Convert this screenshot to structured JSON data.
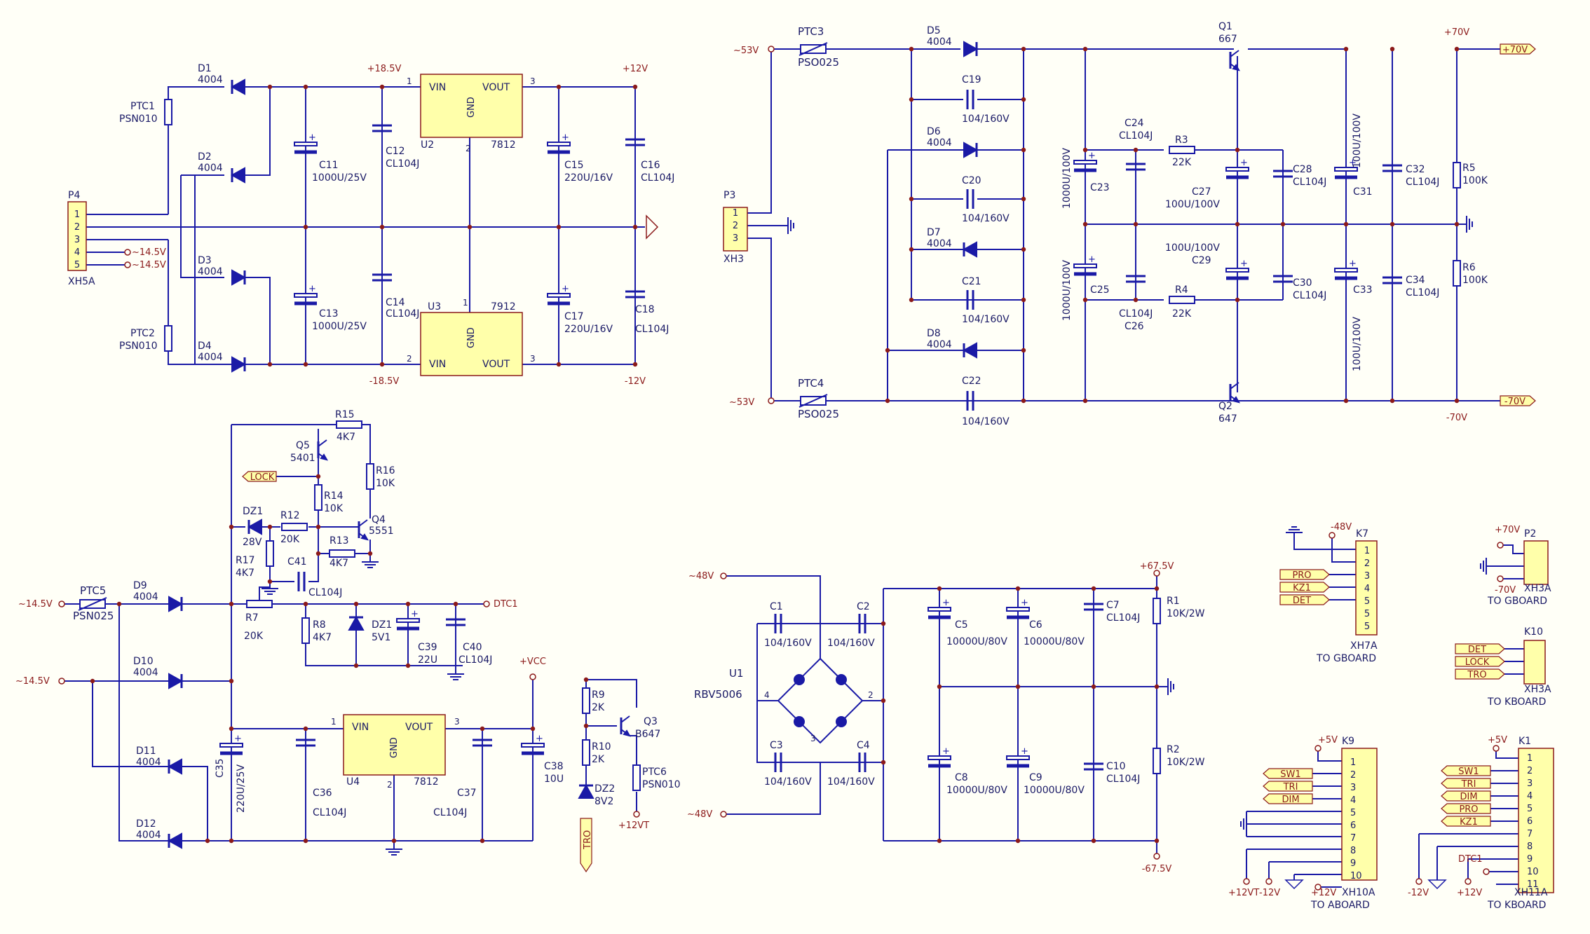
{
  "colors": {
    "wire": "#1a1aa6",
    "box": "#8b1a1a",
    "fill": "#ffffaa",
    "dot": "#8b1a1a",
    "text": "#1a1a66",
    "rail": "#8b1a1a"
  },
  "labels": {
    "P4": "P4",
    "XH5A": "XH5A",
    "P4_1": "1",
    "P4_2": "2",
    "P4_3": "3",
    "P4_4": "4",
    "P4_5": "5",
    "P4_in4": "~14.5V",
    "P4_in5": "~14.5V",
    "PTC1": "PTC1",
    "PTC1v": "PSN010",
    "PTC2": "PTC2",
    "PTC2v": "PSN010",
    "D1": "D1",
    "D1v": "4004",
    "D2": "D2",
    "D2v": "4004",
    "D3": "D3",
    "D3v": "4004",
    "D4": "D4",
    "D4v": "4004",
    "C11": "C11",
    "C11v": "1000U/25V",
    "C13": "C13",
    "C13v": "1000U/25V",
    "C12": "C12",
    "C12v": "CL104J",
    "C14": "C14",
    "C14v": "CL104J",
    "pos185": "+18.5V",
    "neg185": "-18.5V",
    "U2": "U2",
    "U2t": "7812",
    "U3": "U3",
    "U3t": "7912",
    "VIN": "VIN",
    "VOUT": "VOUT",
    "GND": "GND",
    "n1": "1",
    "n2": "2",
    "n3": "3",
    "C15": "C15",
    "C15v": "220U/16V",
    "C17": "C17",
    "C17v": "220U/16V",
    "C16": "C16",
    "C16v": "CL104J",
    "C18": "C18",
    "C18v": "CL104J",
    "pos12": "+12V",
    "neg12": "-12V",
    "P3": "P3",
    "XH3": "XH3",
    "P3_1": "1",
    "P3_2": "2",
    "P3_3": "3",
    "ac53a": "~53V",
    "ac53b": "~53V",
    "PTC3": "PTC3",
    "PTC3v": "PSO025",
    "PTC4": "PTC4",
    "PTC4v": "PSO025",
    "D5": "D5",
    "D5v": "4004",
    "D6": "D6",
    "D6v": "4004",
    "D7": "D7",
    "D7v": "4004",
    "D8": "D8",
    "D8v": "4004",
    "C19": "C19",
    "C19v": "104/160V",
    "C20": "C20",
    "C20v": "104/160V",
    "C21": "C21",
    "C21v": "104/160V",
    "C22": "C22",
    "C22v": "104/160V",
    "C23": "C23",
    "C23v": "1000U/100V",
    "C25": "C25",
    "C25v": "1000U/100V",
    "C24": "C24",
    "C24v": "CL104J",
    "C26": "C26",
    "C26v": "CL104J",
    "R3": "R3",
    "R3v": "22K",
    "R4": "R4",
    "R4v": "22K",
    "C27": "C27",
    "C27v": "100U/100V",
    "C29": "C29",
    "C29v": "100U/100V",
    "C28": "C28",
    "C28v": "CL104J",
    "C30": "C30",
    "C30v": "CL104J",
    "C31": "C31",
    "C31v": "100U/100V",
    "C33": "C33",
    "C33v": "100U/100V",
    "C32": "C32",
    "C32v": "CL104J",
    "C34": "C34",
    "C34v": "CL104J",
    "Q1": "Q1",
    "Q1v": "667",
    "Q2": "Q2",
    "Q2v": "647",
    "R5": "R5",
    "R5v": "100K",
    "R6": "R6",
    "R6v": "100K",
    "pos70": "+70V",
    "neg70": "-70V",
    "pos70tag": "+70V",
    "neg70tag": "-70V",
    "R15": "R15",
    "R15v": "4K7",
    "Q5": "Q5",
    "Q5v": "5401",
    "LOCK": "LOCK",
    "R16": "R16",
    "R16v": "10K",
    "R14": "R14",
    "R14v": "10K",
    "DZ1": "DZ1",
    "DZ1v": "28V",
    "R12": "R12",
    "R12v": "20K",
    "R13": "R13",
    "R13v": "4K7",
    "Q4": "Q4",
    "Q4v": "5551",
    "R17": "R17",
    "R17v": "4K7",
    "C41": "C41",
    "C41v": "CL104J",
    "ac145a": "~14.5V",
    "ac145b": "~14.5V",
    "PTC5": "PTC5",
    "PTC5v": "PSN025",
    "D9": "D9",
    "D9v": "4004",
    "D10": "D10",
    "D10v": "4004",
    "D11": "D11",
    "D11v": "4004",
    "D12": "D12",
    "D12v": "4004",
    "R7": "R7",
    "R7v": "20K",
    "R8": "R8",
    "R8v": "4K7",
    "DZ1b": "DZ1",
    "DZ1bv": "5V1",
    "C39": "C39",
    "C39v": "22U",
    "C40": "C40",
    "C40v": "CL104J",
    "DTC1": "DTC1",
    "C35": "C35",
    "C35v": "220U/25V",
    "C36": "C36",
    "C36v": "CL104J",
    "U4": "U4",
    "U4t": "7812",
    "C37": "C37",
    "C37v": "CL104J",
    "VCC": "+VCC",
    "C38": "C38",
    "C38v": "10U",
    "R9": "R9",
    "R9v": "2K",
    "R10": "R10",
    "R10v": "2K",
    "DZ2": "DZ2",
    "DZ2v": "8V2",
    "Q3": "Q3",
    "Q3v": "B647",
    "PTC6": "PTC6",
    "PTC6v": "PSN010",
    "TRO": "TRO",
    "p12VT": "+12VT",
    "ac48a": "~48V",
    "ac48b": "~48V",
    "U1": "U1",
    "U1v": "RBV5006",
    "u4": "4",
    "u2": "2",
    "u3": "3",
    "C1": "C1",
    "C1v": "104/160V",
    "C2": "C2",
    "C2v": "104/160V",
    "C3": "C3",
    "C3v": "104/160V",
    "C4": "C4",
    "C4v": "104/160V",
    "C5": "C5",
    "C5v": "10000U/80V",
    "C6": "C6",
    "C6v": "10000U/80V",
    "C8": "C8",
    "C8v": "10000U/80V",
    "C9": "C9",
    "C9v": "10000U/80V",
    "C7": "C7",
    "C7v": "CL104J",
    "C10": "C10",
    "C10v": "CL104J",
    "R1": "R1",
    "R1v": "10K/2W",
    "R2": "R2",
    "R2v": "10K/2W",
    "pos675": "+67.5V",
    "neg675": "-67.5V",
    "K7": "K7",
    "K7gnd": "-48V",
    "PRO": "PRO",
    "KZ1": "KZ1",
    "DET": "DET",
    "XH7A": "XH7A",
    "toG": "TO  GBOARD",
    "P2": "P2",
    "P2p": "+70V",
    "P2n": "-70V",
    "XH3Ag": "XH3A",
    "toG2": "TO  GBOARD",
    "K10": "K10",
    "DET2": "DET",
    "LOCK2": "LOCK",
    "TRO2": "TRO",
    "XH3Ak": "XH3A",
    "toK": "TO  KBOARD",
    "K9": "K9",
    "p5a": "+5V",
    "SW1": "SW1",
    "TRI": "TRI",
    "DIM": "DIM",
    "XH10A": "XH10A",
    "toA": "TO  ABOARD",
    "p12VT2": "+12VT",
    "m12a": "-12V",
    "p12a": "+12V",
    "K1": "K1",
    "p5b": "+5V",
    "SW1b": "SW1",
    "TRIb": "TRI",
    "DIMb": "DIM",
    "PROb": "PRO",
    "KZ1b": "KZ1",
    "DTC1b": "DTC1",
    "XH11A": "XH11A",
    "toK2": "TO  KBOARD",
    "m12b": "-12V",
    "p12b": "+12V"
  }
}
